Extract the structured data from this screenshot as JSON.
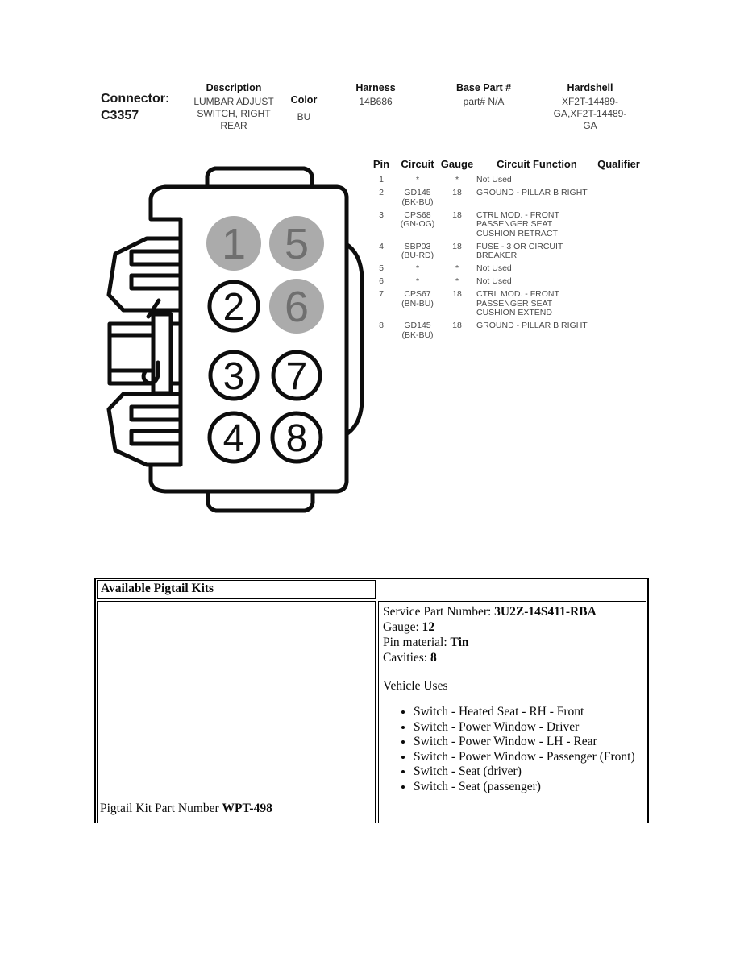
{
  "header": {
    "connector_label": "Connector:",
    "connector_id": "C3357",
    "columns": [
      {
        "label": "Description",
        "value": "LUMBAR ADJUST\nSWITCH, RIGHT\nREAR"
      },
      {
        "label": "Color",
        "value": "BU"
      },
      {
        "label": "Harness",
        "value": "14B686"
      },
      {
        "label": "Base Part #",
        "value": "part# N/A"
      },
      {
        "label": "Hardshell",
        "value": "XF2T-14489-\nGA,XF2T-14489-\nGA"
      }
    ]
  },
  "pin_table": {
    "headers": [
      "Pin",
      "Circuit",
      "Gauge",
      "Circuit Function",
      "Qualifier"
    ],
    "rows": [
      {
        "pin": "1",
        "circuit": "*",
        "gauge": "*",
        "function": "Not Used",
        "qualifier": ""
      },
      {
        "pin": "2",
        "circuit": "GD145\n(BK-BU)",
        "gauge": "18",
        "function": "GROUND - PILLAR B RIGHT",
        "qualifier": ""
      },
      {
        "pin": "3",
        "circuit": "CPS68\n(GN-OG)",
        "gauge": "18",
        "function": "CTRL MOD. - FRONT\nPASSENGER SEAT\nCUSHION RETRACT",
        "qualifier": ""
      },
      {
        "pin": "4",
        "circuit": "SBP03\n(BU-RD)",
        "gauge": "18",
        "function": "FUSE - 3 OR CIRCUIT\nBREAKER",
        "qualifier": ""
      },
      {
        "pin": "5",
        "circuit": "*",
        "gauge": "*",
        "function": "Not Used",
        "qualifier": ""
      },
      {
        "pin": "6",
        "circuit": "*",
        "gauge": "*",
        "function": "Not Used",
        "qualifier": ""
      },
      {
        "pin": "7",
        "circuit": "CPS67\n(BN-BU)",
        "gauge": "18",
        "function": "CTRL MOD. - FRONT\nPASSENGER SEAT\nCUSHION EXTEND",
        "qualifier": ""
      },
      {
        "pin": "8",
        "circuit": "GD145\n(BK-BU)",
        "gauge": "18",
        "function": "GROUND - PILLAR B RIGHT",
        "qualifier": ""
      }
    ]
  },
  "diagram": {
    "pins": [
      {
        "number": "1",
        "used": false
      },
      {
        "number": "2",
        "used": true
      },
      {
        "number": "3",
        "used": true
      },
      {
        "number": "4",
        "used": true
      },
      {
        "number": "5",
        "used": false
      },
      {
        "number": "6",
        "used": false
      },
      {
        "number": "7",
        "used": true
      },
      {
        "number": "8",
        "used": true
      }
    ],
    "colors": {
      "outline": "#0d0d0d",
      "unused_cavity_fill": "#ababab",
      "unused_number": "#6f6f6f",
      "used_number": "#101010"
    }
  },
  "pigtail": {
    "title": "Available Pigtail Kits",
    "service_part_label": "Service Part Number:",
    "service_part_value": "3U2Z-14S411-RBA",
    "gauge_label": "Gauge:",
    "gauge_value": "12",
    "pin_material_label": "Pin material:",
    "pin_material_value": "Tin",
    "cavities_label": "Cavities:",
    "cavities_value": "8",
    "vehicle_uses_title": "Vehicle Uses",
    "vehicle_uses": [
      "Switch - Heated Seat - RH - Front",
      "Switch - Power Window - Driver",
      "Switch - Power Window - LH - Rear",
      "Switch - Power Window - Passenger (Front)",
      "Switch - Seat (driver)",
      "Switch - Seat (passenger)"
    ],
    "kit_label": "Pigtail Kit Part Number",
    "kit_value": "WPT-498"
  }
}
